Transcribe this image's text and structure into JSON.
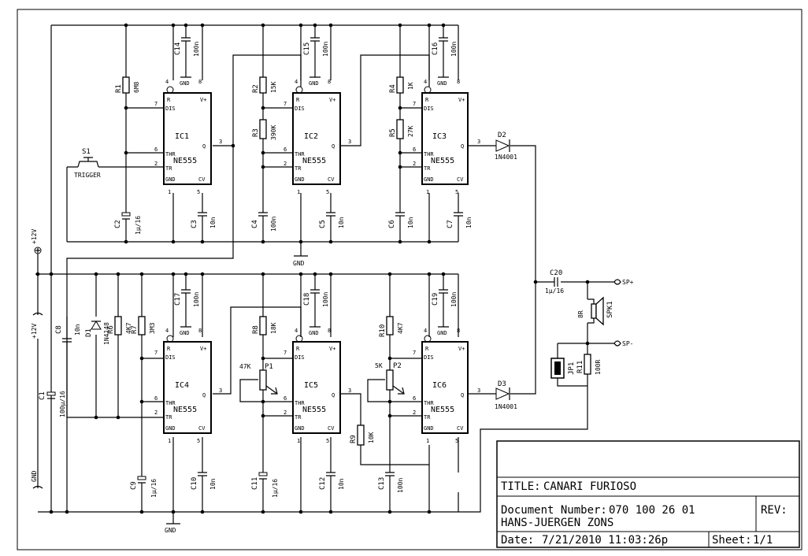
{
  "title_block": {
    "title_label": "TITLE:",
    "title": "CANARI FURIOSO",
    "doc_label": "Document Number:",
    "doc_number": "070 100 26 01",
    "author": "HANS-JUERGEN ZONS",
    "rev_label": "REV:",
    "date_label": "Date:",
    "date": "7/21/2010 11:03:26p",
    "sheet_label": "Sheet:",
    "sheet": "1/1"
  },
  "ics": [
    {
      "ref": "IC1",
      "type": "NE555"
    },
    {
      "ref": "IC2",
      "type": "NE555"
    },
    {
      "ref": "IC3",
      "type": "NE555"
    },
    {
      "ref": "IC4",
      "type": "NE555"
    },
    {
      "ref": "IC5",
      "type": "NE555"
    },
    {
      "ref": "IC6",
      "type": "NE555"
    }
  ],
  "pin_names": {
    "r": "R",
    "vplus": "V+",
    "dis": "DIS",
    "thr": "THR",
    "tr": "TR",
    "q": "Q",
    "gnd": "GND",
    "cv": "CV"
  },
  "pin_numbers": {
    "r": "4",
    "vplus": "8",
    "dis": "7",
    "thr": "6",
    "tr": "2",
    "q": "3",
    "gnd": "1",
    "cv": "5"
  },
  "resistors": [
    {
      "ref": "R1",
      "value": "6M8"
    },
    {
      "ref": "R2",
      "value": "15K"
    },
    {
      "ref": "R3",
      "value": "390K"
    },
    {
      "ref": "R4",
      "value": "1K"
    },
    {
      "ref": "R5",
      "value": "27K"
    },
    {
      "ref": "R6",
      "value": "4K7"
    },
    {
      "ref": "R7",
      "value": "3M3"
    },
    {
      "ref": "R8",
      "value": "18K"
    },
    {
      "ref": "R9",
      "value": "10K"
    },
    {
      "ref": "R10",
      "value": "4K7"
    },
    {
      "ref": "R11",
      "value": "100R"
    }
  ],
  "capacitors": [
    {
      "ref": "C1",
      "value": "100µ/16"
    },
    {
      "ref": "C2",
      "value": "1µ/16"
    },
    {
      "ref": "C3",
      "value": "10n"
    },
    {
      "ref": "C4",
      "value": "100n"
    },
    {
      "ref": "C5",
      "value": "10n"
    },
    {
      "ref": "C6",
      "value": "10n"
    },
    {
      "ref": "C7",
      "value": "10n"
    },
    {
      "ref": "C8",
      "value": "10n"
    },
    {
      "ref": "C9",
      "value": "1µ/16"
    },
    {
      "ref": "C10",
      "value": "10n"
    },
    {
      "ref": "C11",
      "value": "1µ/16"
    },
    {
      "ref": "C12",
      "value": "10n"
    },
    {
      "ref": "C13",
      "value": "100n"
    },
    {
      "ref": "C14",
      "value": "100n"
    },
    {
      "ref": "C15",
      "value": "100n"
    },
    {
      "ref": "C16",
      "value": "100n"
    },
    {
      "ref": "C17",
      "value": "100n"
    },
    {
      "ref": "C18",
      "value": "100n"
    },
    {
      "ref": "C19",
      "value": "100n"
    },
    {
      "ref": "C20",
      "value": "1µ/16"
    }
  ],
  "diodes": [
    {
      "ref": "D1",
      "value": "1N4148"
    },
    {
      "ref": "D2",
      "value": "1N4001"
    },
    {
      "ref": "D3",
      "value": "1N4001"
    }
  ],
  "pots": [
    {
      "ref": "P1",
      "value": "47K"
    },
    {
      "ref": "P2",
      "value": "5K"
    }
  ],
  "misc": {
    "s1": "S1",
    "trigger": "TRIGGER",
    "jp1": "JP1",
    "spk1": "SPK1",
    "spk_imp": "8R",
    "sp_plus": "SP+",
    "sp_minus": "SP-",
    "gnd": "GND",
    "plus12_top": "+12V",
    "plus12_side": "+12V",
    "gnd_side": "GND"
  }
}
